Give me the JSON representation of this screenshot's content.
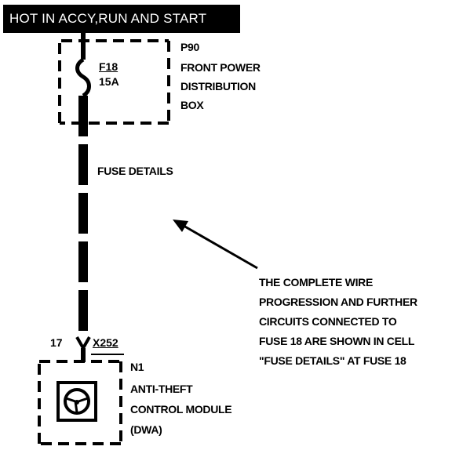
{
  "banner": "HOT IN ACCY,RUN AND START",
  "fuse_box": {
    "id": "P90",
    "name_lines": [
      "FRONT POWER",
      "DISTRIBUTION",
      "BOX"
    ]
  },
  "fuse": {
    "id": "F18",
    "rating": "15A"
  },
  "wire_label": "FUSE DETAILS",
  "note_lines": [
    "THE COMPLETE WIRE",
    "PROGRESSION AND FURTHER",
    "CIRCUITS CONNECTED TO",
    "FUSE 18 ARE SHOWN IN CELL",
    "\"FUSE DETAILS\" AT FUSE 18"
  ],
  "module": {
    "id": "N1",
    "pin": "17",
    "connector": "X252",
    "name_lines": [
      "ANTI-THEFT",
      "CONTROL MODULE",
      "(DWA)"
    ],
    "icon": "steering-wheel-icon"
  }
}
